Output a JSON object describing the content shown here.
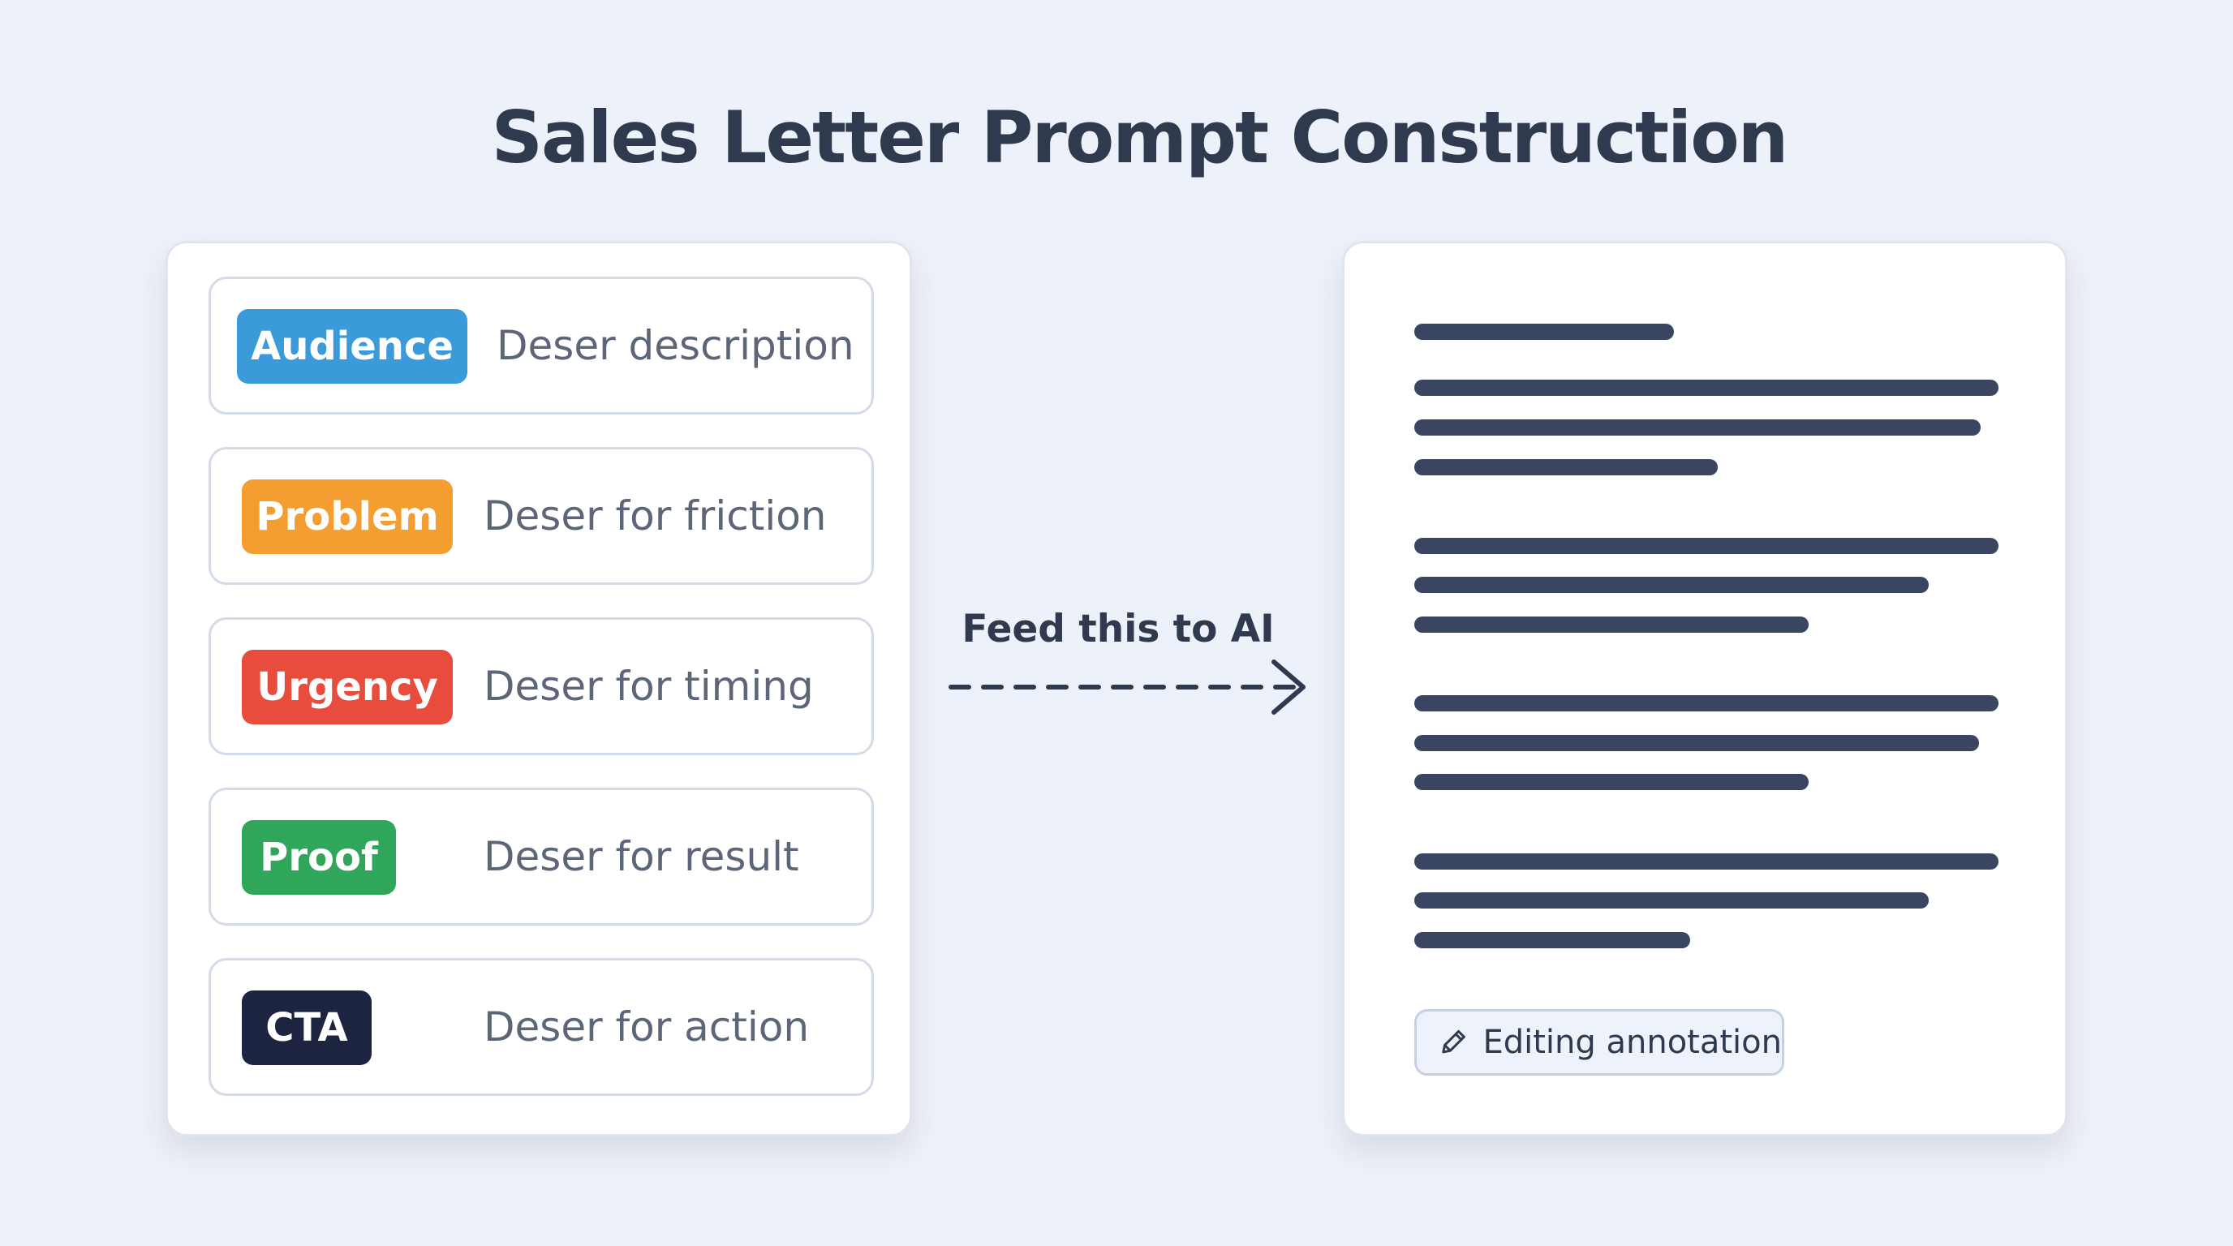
{
  "title": "Sales Letter Prompt Construction",
  "rows": [
    {
      "tag": "Audience",
      "desc": "Deser description",
      "color": "#3b9ad9"
    },
    {
      "tag": "Problem",
      "desc": "Deser for friction",
      "color": "#f49d30"
    },
    {
      "tag": "Urgency",
      "desc": "Deser for timing",
      "color": "#e84c3d"
    },
    {
      "tag": "Proof",
      "desc": "Deser for result",
      "color": "#2fa65a"
    },
    {
      "tag": "CTA",
      "desc": "Deser for action",
      "color": "#1c2440"
    }
  ],
  "arrow_label": "Feed this to AI",
  "annotation": {
    "label": "Editing annotation",
    "icon": "pencil-icon"
  },
  "colors": {
    "background": "#edf1f9",
    "text": "#2f3a4f",
    "doc_lines": "#3a4661"
  }
}
